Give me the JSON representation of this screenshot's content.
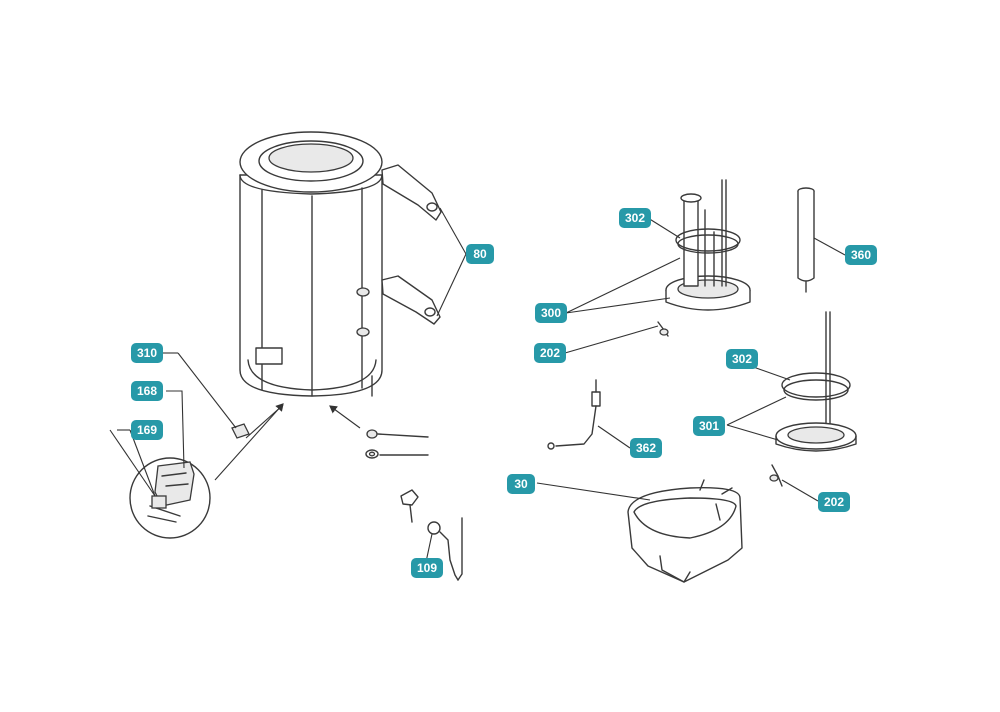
{
  "diagram": {
    "accent_color": "#2799a8",
    "callouts": [
      {
        "id": "c-80",
        "label": "80"
      },
      {
        "id": "c-310",
        "label": "310"
      },
      {
        "id": "c-168",
        "label": "168"
      },
      {
        "id": "c-169",
        "label": "169"
      },
      {
        "id": "c-109",
        "label": "109"
      },
      {
        "id": "c-302a",
        "label": "302"
      },
      {
        "id": "c-300",
        "label": "300"
      },
      {
        "id": "c-202a",
        "label": "202"
      },
      {
        "id": "c-360",
        "label": "360"
      },
      {
        "id": "c-302b",
        "label": "302"
      },
      {
        "id": "c-301",
        "label": "301"
      },
      {
        "id": "c-362",
        "label": "362"
      },
      {
        "id": "c-30",
        "label": "30"
      },
      {
        "id": "c-202b",
        "label": "202"
      }
    ]
  }
}
